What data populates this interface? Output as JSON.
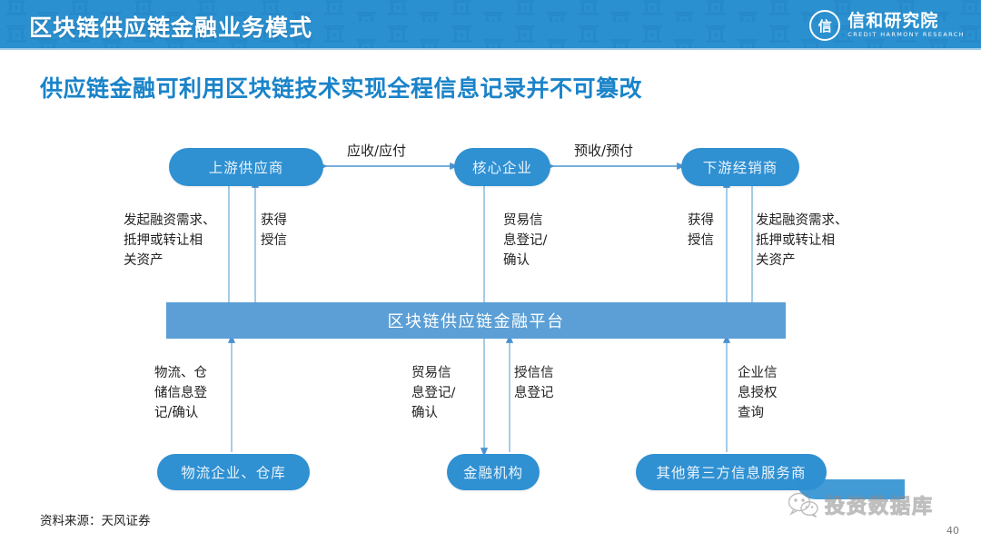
{
  "header": {
    "title": "区块链供应链金融业务模式",
    "logo_cn": "信和研究院",
    "logo_en": "CREDIT HARMONY RESEARCH",
    "logo_seal_glyph": "信",
    "bg_color": "#2b90d0",
    "pattern_icon": "bank-building-icon"
  },
  "subtitle": "供应链金融可利用区块链技术实现全程信息记录并不可篡改",
  "diagram": {
    "top_nodes": [
      {
        "label": "上游供应商"
      },
      {
        "label": "核心企业"
      },
      {
        "label": "下游经销商"
      }
    ],
    "horizontal_arrow_labels": [
      {
        "label": "应收/应付"
      },
      {
        "label": "预收/预付"
      }
    ],
    "platform": {
      "label": "区块链供应链金融平台",
      "color": "#5b9fd6"
    },
    "upper_notes": [
      {
        "label": "发起融资需求、\n抵押或转让相\n关资产"
      },
      {
        "label": "获得\n授信"
      },
      {
        "label": "贸易信\n息登记/\n确认"
      },
      {
        "label": "获得\n授信"
      },
      {
        "label": "发起融资需求、\n抵押或转让相\n关资产"
      }
    ],
    "lower_notes": [
      {
        "label": "物流、仓\n储信息登\n记/确认"
      },
      {
        "label": "贸易信\n息登记/\n确认"
      },
      {
        "label": "授信信\n息登记"
      },
      {
        "label": "企业信\n息授权\n查询"
      }
    ],
    "bottom_nodes": [
      {
        "label": "物流企业、仓库"
      },
      {
        "label": "金融机构"
      },
      {
        "label": "其他第三方信息服务商"
      }
    ],
    "node_color": "#2f90d2",
    "line_color": "#5b9fd6"
  },
  "footer": {
    "source": "资料来源：天风证券",
    "page_number": "40",
    "watermark_text": "投资数据库",
    "watermark_icon": "wechat-icon"
  }
}
